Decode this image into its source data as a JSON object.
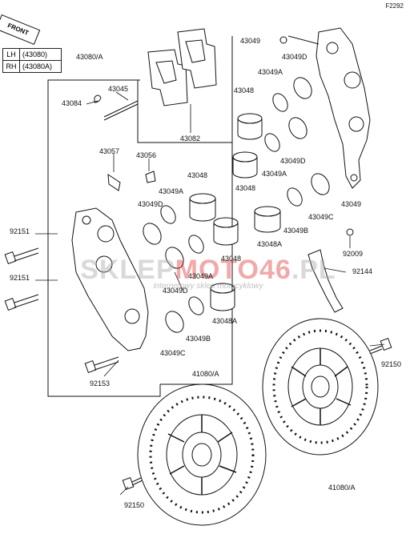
{
  "diagram_code": "F2292",
  "front_label": "FRONT",
  "side_table": [
    {
      "side": "LH",
      "part": "(43080)"
    },
    {
      "side": "RH",
      "part": "(43080A)"
    }
  ],
  "watermark": {
    "prefix": "SKLEP",
    "accent": "MOTO46",
    "suffix": ".PL",
    "tagline": "internetowy sklep motocyklowy"
  },
  "parts": {
    "p43080A": "43080/A",
    "p43045": "43045",
    "p43084": "43084",
    "p43082": "43082",
    "p43057": "43057",
    "p43056": "43056",
    "p43048_a": "43048",
    "p43049A_a": "43049A",
    "p43049D_a": "43049D",
    "p92151_a": "92151",
    "p92151_b": "92151",
    "p43048_b": "43048",
    "p43049A_b": "43049A",
    "p43049D_b": "43049D",
    "p43049B_a": "43049B",
    "p43048A_a": "43048A",
    "p43049C_a": "43049C",
    "p92153": "92153",
    "p43049_top": "43049",
    "p43049D_top": "43049D",
    "p43049A_top": "43049A",
    "p43048_top": "43048",
    "p43049D_r": "43049D",
    "p43049A_r": "43049A",
    "p43048_r": "43048",
    "p43049C_r": "43049C",
    "p43049_r": "43049",
    "p43049B_r": "43049B",
    "p43048A_r": "43048A",
    "p92009": "92009",
    "p92144": "92144",
    "p92150_r": "92150",
    "p41080A_l": "41080/A",
    "p41080A_r": "41080/A",
    "p92150_l": "92150"
  }
}
